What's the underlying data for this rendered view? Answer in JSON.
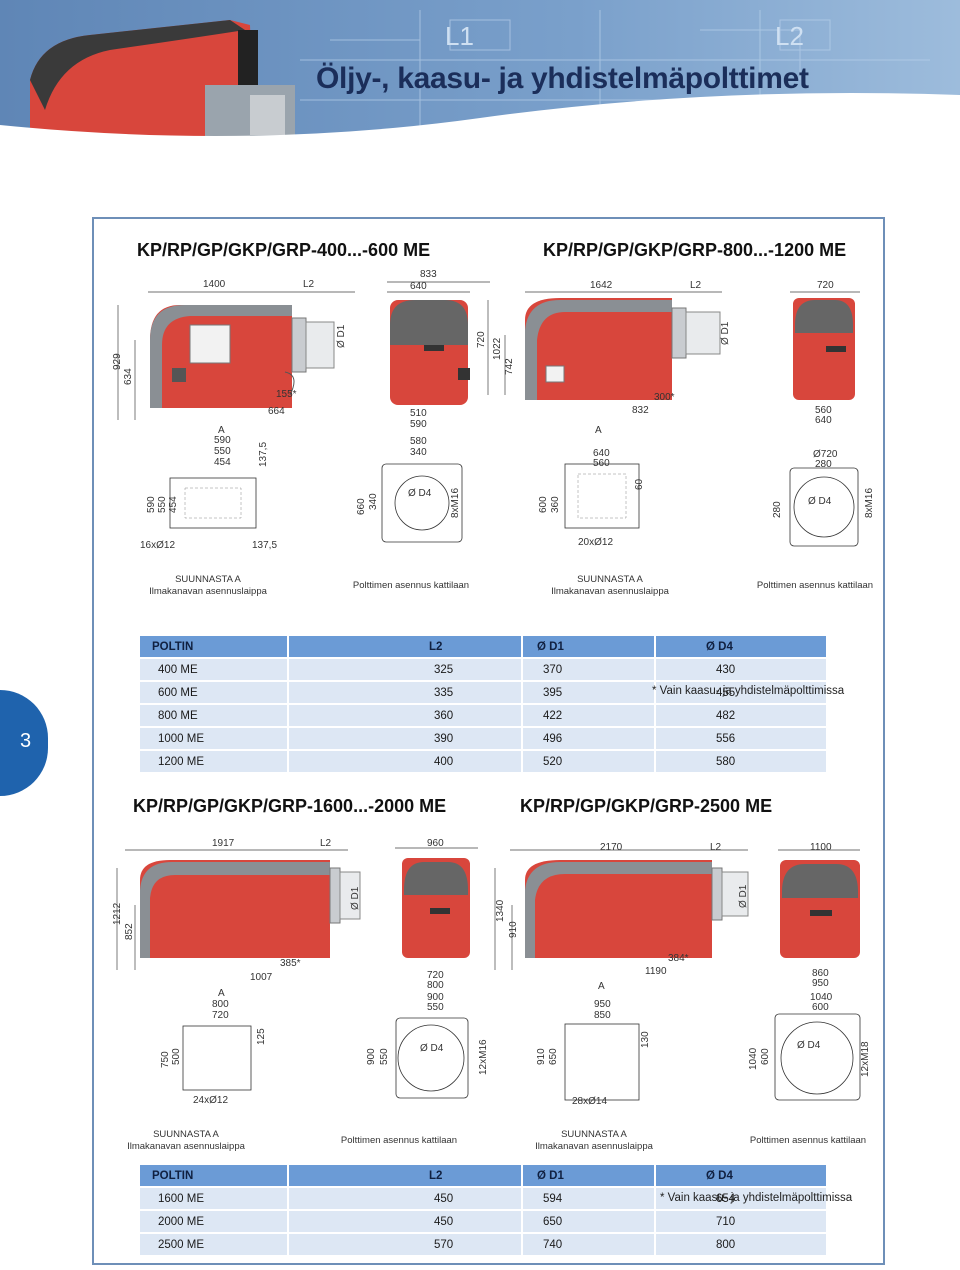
{
  "page": {
    "title": "Öljy-, kaasu- ja yhdistelmäpolttimet",
    "chapter_number": "3"
  },
  "section1": {
    "left_title": "KP/RP/GP/GKP/GRP-400...-600 ME",
    "right_title": "KP/RP/GP/GKP/GRP-800...-1200 ME",
    "left_dims": {
      "len": "1400",
      "l2": "L2",
      "w1": "833",
      "w2": "640",
      "h1": "929",
      "h2": "634",
      "d1": "Ø D1",
      "h3": "720",
      "h4": "1022",
      "a": "A",
      "d155": "155*",
      "d664": "664",
      "f1": "590",
      "f2": "550",
      "f3": "454",
      "f4": "137,5",
      "v590": "590",
      "v550": "550",
      "v454": "454",
      "holes": "16xØ12",
      "b137": "137,5",
      "g510": "510",
      "g590": "590",
      "g580": "580",
      "g340": "340",
      "v660": "660",
      "v340": "340",
      "d4": "Ø D4",
      "m": "8xM16"
    },
    "right_dims": {
      "len": "1642",
      "l2": "L2",
      "w": "720",
      "h1": "742",
      "d1": "Ø D1",
      "a": "A",
      "d832": "832",
      "d300": "300*",
      "f1": "640",
      "f2": "560",
      "v600": "600",
      "v360": "360",
      "v60": "60",
      "holes": "20xØ12",
      "g560": "560",
      "g640": "640",
      "gd720": "Ø720",
      "g280": "280",
      "v280": "280",
      "d4": "Ø D4",
      "m": "8xM16"
    },
    "captions": {
      "view_a": "SUUNNASTA  A",
      "flange": "Ilmakanavan asennuslaippa",
      "mount": "Polttimen asennus kattilaan"
    }
  },
  "table1": {
    "headers": [
      "POLTIN",
      "L2",
      "Ø D1",
      "Ø D4"
    ],
    "rows": [
      [
        "400 ME",
        "325",
        "370",
        "430"
      ],
      [
        "600 ME",
        "335",
        "395",
        "455"
      ],
      [
        "800 ME",
        "360",
        "422",
        "482"
      ],
      [
        "1000 ME",
        "390",
        "496",
        "556"
      ],
      [
        "1200 ME",
        "400",
        "520",
        "580"
      ]
    ],
    "note": "* Vain kaasu- ja yhdistelmäpolttimissa"
  },
  "section2": {
    "left_title": "KP/RP/GP/GKP/GRP-1600...-2000 ME",
    "right_title": "KP/RP/GP/GKP/GRP-2500 ME",
    "left_dims": {
      "len": "1917",
      "l2": "L2",
      "w": "960",
      "h1": "1212",
      "h2": "852",
      "d1": "Ø D1",
      "a": "A",
      "d385": "385*",
      "d1007": "1007",
      "f1": "800",
      "f2": "720",
      "f3": "125",
      "v750": "750",
      "v500": "500",
      "holes": "24xØ12",
      "g720": "720",
      "g800": "800",
      "g900": "900",
      "g550": "550",
      "v900": "900",
      "v550": "550",
      "d4": "Ø D4",
      "m": "12xM16",
      "h3": "1340",
      "h4": "910"
    },
    "right_dims": {
      "len": "2170",
      "l2": "L2",
      "w": "1100",
      "d1": "Ø D1",
      "a": "A",
      "d384": "384*",
      "d1190": "1190",
      "f1": "950",
      "f2": "850",
      "f3": "130",
      "v910": "910",
      "v650": "650",
      "holes": "28xØ14",
      "g860": "860",
      "g950": "950",
      "g1040": "1040",
      "g600": "600",
      "v1040": "1040",
      "v600": "600",
      "d4": "Ø D4",
      "m": "12xM18"
    },
    "captions": {
      "view_a": "SUUNNASTA  A",
      "flange": "Ilmakanavan asennuslaippa",
      "mount": "Polttimen asennus kattilaan"
    }
  },
  "table2": {
    "headers": [
      "POLTIN",
      "L2",
      "Ø D1",
      "Ø D4"
    ],
    "rows": [
      [
        "1600 ME",
        "450",
        "594",
        "654"
      ],
      [
        "2000 ME",
        "450",
        "650",
        "710"
      ],
      [
        "2500 ME",
        "570",
        "740",
        "800"
      ]
    ],
    "note": "* Vain kaasu- ja yhdistelmäpolttimissa"
  },
  "colors": {
    "burner_red": "#d8463c",
    "frame_blue": "#6e8fb8",
    "tab_blue": "#1f63ad",
    "table_header": "#6b9bd6",
    "table_row": "#dde7f4",
    "title_blue": "#1b2e5a"
  }
}
